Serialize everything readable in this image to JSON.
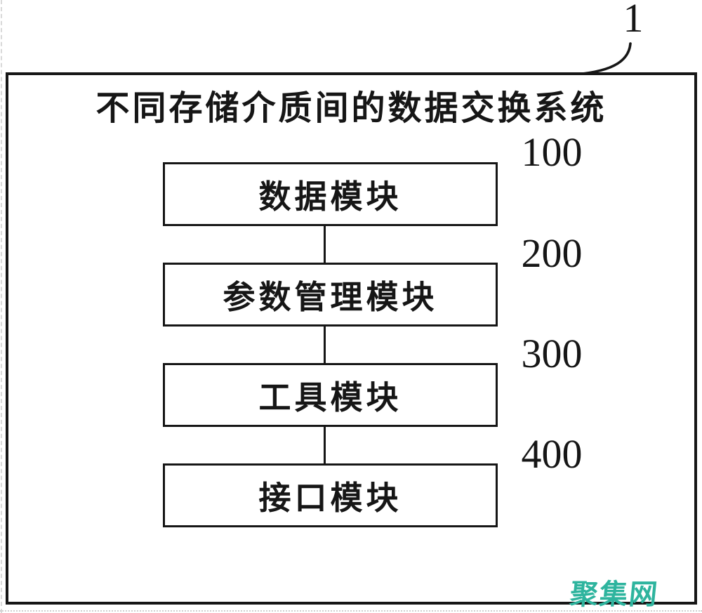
{
  "figure": {
    "ref_label": "1",
    "system_title": "不同存储介质间的数据交换系统",
    "modules": [
      {
        "name": "数据模块",
        "ref": "100"
      },
      {
        "name": "参数管理模块",
        "ref": "200"
      },
      {
        "name": "工具模块",
        "ref": "300"
      },
      {
        "name": "接口模块",
        "ref": "400"
      }
    ],
    "watermark": {
      "text": "聚集网",
      "color": "#2eb49e"
    },
    "colors": {
      "line": "#161616",
      "background": "#ffffff"
    }
  }
}
